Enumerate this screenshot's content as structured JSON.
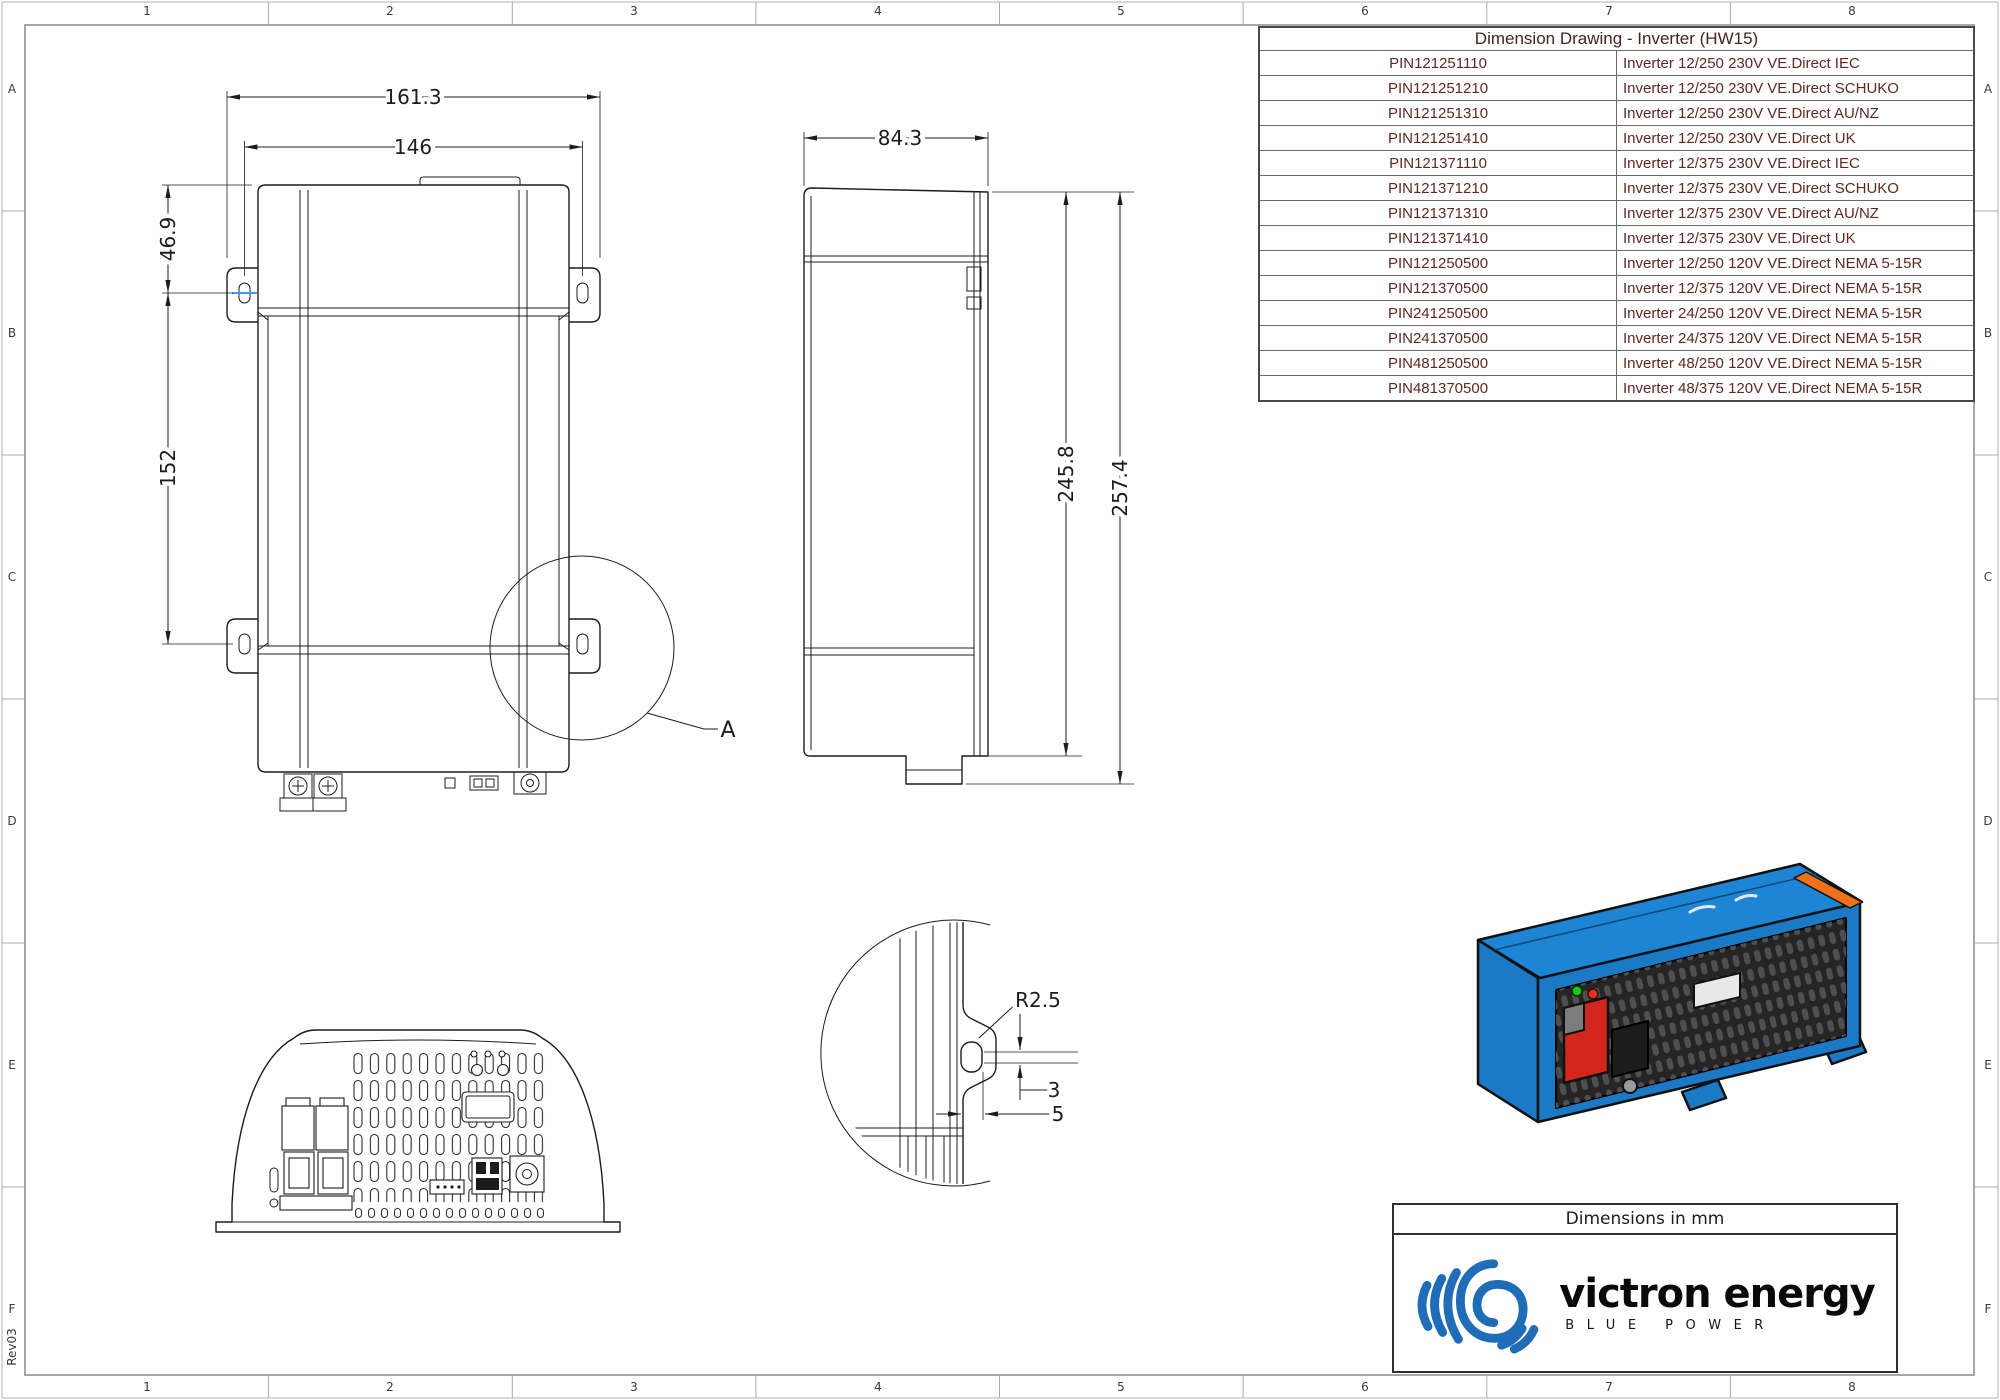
{
  "frame": {
    "columns": [
      "1",
      "2",
      "3",
      "4",
      "5",
      "6",
      "7",
      "8"
    ],
    "rows": [
      "A",
      "B",
      "C",
      "D",
      "E",
      "F"
    ],
    "revision": "Rev03"
  },
  "parts_table": {
    "title": "Dimension Drawing - Inverter (HW15)",
    "rows": [
      {
        "pin": "PIN121251110",
        "desc": "Inverter 12/250 230V VE.Direct IEC"
      },
      {
        "pin": "PIN121251210",
        "desc": "Inverter 12/250 230V VE.Direct SCHUKO"
      },
      {
        "pin": "PIN121251310",
        "desc": "Inverter 12/250 230V VE.Direct AU/NZ"
      },
      {
        "pin": "PIN121251410",
        "desc": "Inverter 12/250 230V VE.Direct UK"
      },
      {
        "pin": "PIN121371110",
        "desc": "Inverter 12/375 230V VE.Direct IEC"
      },
      {
        "pin": "PIN121371210",
        "desc": "Inverter 12/375 230V VE.Direct SCHUKO"
      },
      {
        "pin": "PIN121371310",
        "desc": "Inverter 12/375 230V VE.Direct AU/NZ"
      },
      {
        "pin": "PIN121371410",
        "desc": "Inverter 12/375 230V VE.Direct UK"
      },
      {
        "pin": "PIN121250500",
        "desc": "Inverter 12/250 120V VE.Direct NEMA 5-15R"
      },
      {
        "pin": "PIN121370500",
        "desc": "Inverter 12/375 120V VE.Direct NEMA 5-15R"
      },
      {
        "pin": "PIN241250500",
        "desc": "Inverter 24/250 120V VE.Direct NEMA 5-15R"
      },
      {
        "pin": "PIN241370500",
        "desc": "Inverter 24/375 120V VE.Direct NEMA 5-15R"
      },
      {
        "pin": "PIN481250500",
        "desc": "Inverter 48/250 120V VE.Direct NEMA 5-15R"
      },
      {
        "pin": "PIN481370500",
        "desc": "Inverter 48/375 120V VE.Direct NEMA 5-15R"
      }
    ]
  },
  "views": {
    "front": {
      "dim_overall_width": "161.3",
      "dim_hole_span": "146",
      "dim_hole_top_offset": "46.9",
      "dim_hole_pitch": "152",
      "detail_label": "A"
    },
    "side": {
      "dim_depth": "84.3",
      "dim_body_height": "245.8",
      "dim_overall_height": "257.4"
    },
    "detail_a": {
      "dim_radius": "R2.5",
      "dim_slot": "3",
      "dim_offset": "5"
    }
  },
  "title_block": {
    "units_note": "Dimensions in mm",
    "brand": "victron energy",
    "tagline": "BLUE POWER"
  },
  "colors": {
    "table_text": "#5e2823",
    "logo_blue": "#1f6cb8",
    "device_blue": "#1b79c6",
    "device_blue_top": "#1e84d4",
    "stripe_orange": "#f0711c",
    "connector_red": "#d3261c",
    "led_green": "#22c222",
    "led_red": "#e03024",
    "cad_highlight_blue": "#3b9cf5"
  }
}
